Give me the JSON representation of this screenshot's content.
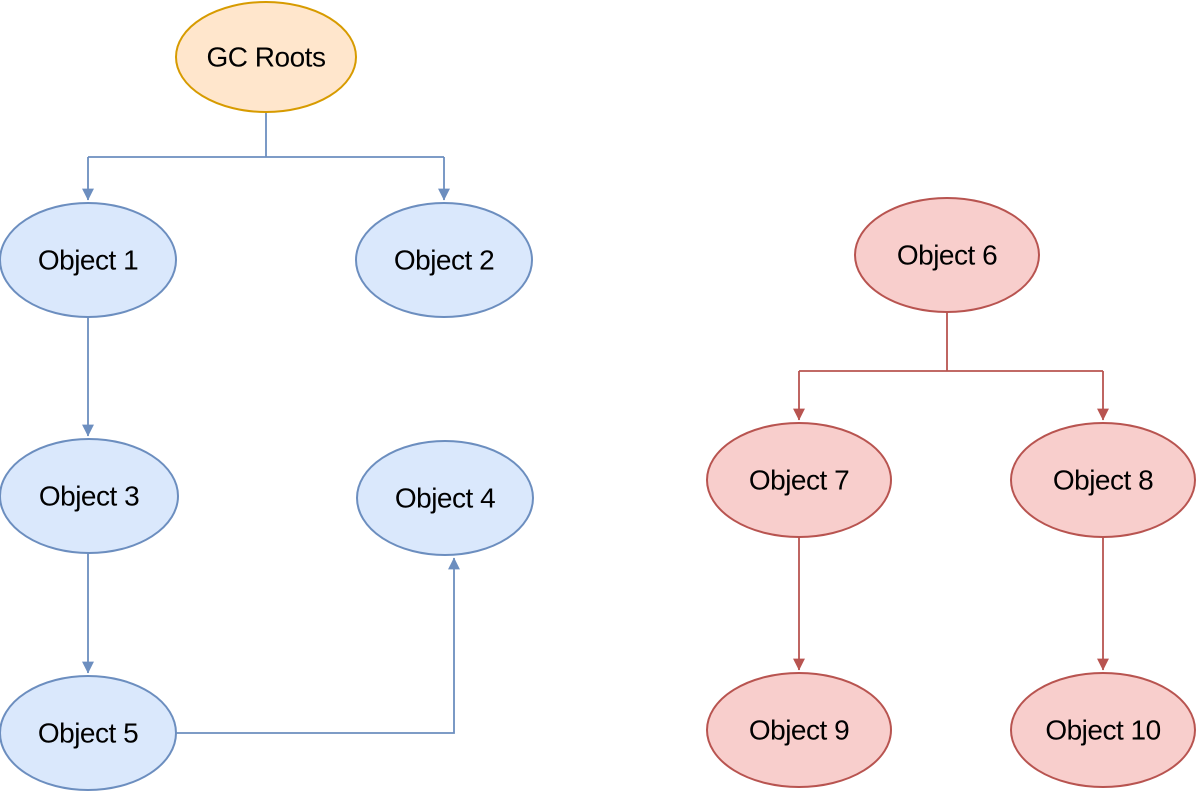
{
  "nodes": {
    "gc_roots": {
      "label": "GC Roots"
    },
    "object_1": {
      "label": "Object 1"
    },
    "object_2": {
      "label": "Object 2"
    },
    "object_3": {
      "label": "Object 3"
    },
    "object_4": {
      "label": "Object 4"
    },
    "object_5": {
      "label": "Object 5"
    },
    "object_6": {
      "label": "Object 6"
    },
    "object_7": {
      "label": "Object 7"
    },
    "object_8": {
      "label": "Object 8"
    },
    "object_9": {
      "label": "Object 9"
    },
    "object_10": {
      "label": "Object 10"
    }
  },
  "edges": [
    {
      "from": "GC Roots",
      "to": "Object 1"
    },
    {
      "from": "GC Roots",
      "to": "Object 2"
    },
    {
      "from": "Object 1",
      "to": "Object 3"
    },
    {
      "from": "Object 3",
      "to": "Object 5"
    },
    {
      "from": "Object 5",
      "to": "Object 4"
    },
    {
      "from": "Object 6",
      "to": "Object 7"
    },
    {
      "from": "Object 6",
      "to": "Object 8"
    },
    {
      "from": "Object 7",
      "to": "Object 9"
    },
    {
      "from": "Object 8",
      "to": "Object 10"
    }
  ],
  "colors": {
    "background": "#FFFFFF",
    "root_fill": "#FFE6CC",
    "root_stroke": "#D79B00",
    "reachable_fill": "#DAE8FC",
    "reachable_stroke": "#6C8EBF",
    "unreachable_fill": "#F8CECC",
    "unreachable_stroke": "#B85450",
    "edge_blue": "#6C8EBF",
    "edge_red": "#B85450",
    "label_text": "#000000"
  }
}
